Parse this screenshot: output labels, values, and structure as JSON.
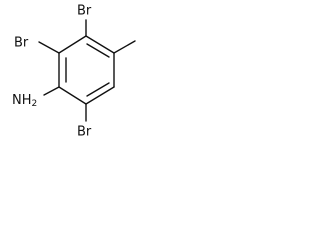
{
  "molecule": {
    "atom_labels": {
      "br_top": "Br",
      "br_upper_left": "Br",
      "nh2": "NH",
      "nh2_subscript": "2",
      "br_bottom": "Br"
    }
  },
  "colors": {
    "bond": "#111111",
    "text": "#111111",
    "background": "#ffffff"
  }
}
